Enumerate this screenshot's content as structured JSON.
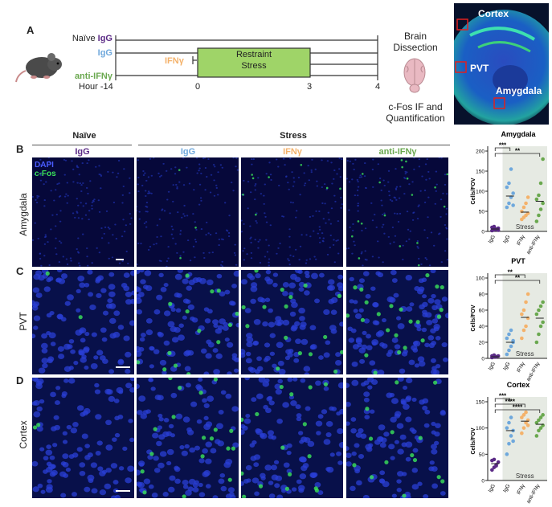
{
  "panelA": {
    "letter": "A",
    "rows": [
      {
        "prefix": "Naïve ",
        "label": "IgG",
        "color": "#5b2a86"
      },
      {
        "prefix": "",
        "label": "IgG",
        "color": "#6fa8dc"
      },
      {
        "prefix": "",
        "label": "anti-IFNγ",
        "color": "#6aa84f"
      }
    ],
    "ifng_label": "IFNγ",
    "ifng_color": "#f4b26b",
    "hour_label": "Hour -14",
    "tick0": "0",
    "tick3": "3",
    "tick4": "4",
    "box_line1": "Restraint",
    "box_line2": "Stress",
    "box_color": "#9fd468",
    "brain_top": "Brain\nDissection",
    "brain_bottom": "c-Fos IF and\nQuantification",
    "inset_labels": [
      "Cortex",
      "PVT",
      "Amygdala"
    ]
  },
  "headers": {
    "naive": "Naïve",
    "stress": "Stress",
    "cols": [
      {
        "label": "IgG",
        "color": "#5b2a86"
      },
      {
        "label": "IgG",
        "color": "#6fa8dc"
      },
      {
        "label": "IFNγ",
        "color": "#f4b26b"
      },
      {
        "label": "anti-IFNγ",
        "color": "#6aa84f"
      }
    ]
  },
  "legend": {
    "dapi": "DAPI",
    "cfos": "c-Fos",
    "dapi_color": "#4a5cff",
    "cfos_color": "#3be35a"
  },
  "rows": [
    {
      "letter": "B",
      "region": "Amygdala"
    },
    {
      "letter": "C",
      "region": "PVT"
    },
    {
      "letter": "D",
      "region": "Cortex"
    }
  ],
  "chart_data": [
    {
      "type": "scatter",
      "title": "Amygdala",
      "ylabel": "Cells/FOV",
      "ylim": [
        0,
        200
      ],
      "yticks": [
        0,
        50,
        100,
        150,
        200
      ],
      "categories": [
        "IgG",
        "IgG",
        "IFNγ",
        "anti-IFNγ"
      ],
      "shade_label": "Stress",
      "series": [
        {
          "values": [
            2,
            4,
            5,
            8,
            10,
            12,
            6,
            3
          ],
          "mean": 6,
          "color": "#5b2a86"
        },
        {
          "values": [
            60,
            70,
            85,
            95,
            110,
            120,
            155,
            65
          ],
          "mean": 88,
          "color": "#6fa8dc"
        },
        {
          "values": [
            30,
            35,
            40,
            45,
            50,
            60,
            70,
            85
          ],
          "mean": 48,
          "color": "#f4b26b"
        },
        {
          "values": [
            25,
            40,
            55,
            70,
            80,
            90,
            120,
            180
          ],
          "mean": 75,
          "color": "#6aa84f"
        }
      ],
      "sig": [
        {
          "from": 0,
          "to": 1,
          "label": "***"
        },
        {
          "from": 0,
          "to": 3,
          "label": "**"
        }
      ]
    },
    {
      "type": "scatter",
      "title": "PVT",
      "ylabel": "Cells/FOV",
      "ylim": [
        0,
        100
      ],
      "yticks": [
        0,
        20,
        40,
        60,
        80,
        100
      ],
      "categories": [
        "IgG",
        "IgG",
        "IFNγ",
        "anti-IFNγ"
      ],
      "shade_label": "Stress",
      "series": [
        {
          "values": [
            1,
            2,
            2,
            3,
            3,
            4,
            2
          ],
          "mean": 2,
          "color": "#5b2a86"
        },
        {
          "values": [
            5,
            10,
            15,
            20,
            25,
            30,
            35,
            22
          ],
          "mean": 20,
          "color": "#6fa8dc"
        },
        {
          "values": [
            25,
            35,
            40,
            50,
            55,
            60,
            70,
            80
          ],
          "mean": 51,
          "color": "#f4b26b"
        },
        {
          "values": [
            20,
            30,
            40,
            45,
            55,
            60,
            65,
            70
          ],
          "mean": 50,
          "color": "#6aa84f"
        }
      ],
      "sig": [
        {
          "from": 0,
          "to": 2,
          "label": "**"
        },
        {
          "from": 0,
          "to": 3,
          "label": "**"
        }
      ]
    },
    {
      "type": "scatter",
      "title": "Cortex",
      "ylabel": "Cells/FOV",
      "ylim": [
        0,
        150
      ],
      "yticks": [
        0,
        50,
        100,
        150
      ],
      "categories": [
        "IgG",
        "IgG",
        "IFNγ",
        "anti-IFNγ"
      ],
      "shade_label": "Stress",
      "series": [
        {
          "values": [
            20,
            25,
            30,
            35,
            38,
            40,
            28
          ],
          "mean": 32,
          "color": "#5b2a86"
        },
        {
          "values": [
            50,
            70,
            85,
            95,
            100,
            110,
            120,
            75
          ],
          "mean": 95,
          "color": "#6fa8dc"
        },
        {
          "values": [
            90,
            100,
            110,
            115,
            120,
            125,
            130,
            105
          ],
          "mean": 113,
          "color": "#f4b26b"
        },
        {
          "values": [
            85,
            95,
            100,
            105,
            110,
            115,
            120,
            125
          ],
          "mean": 107,
          "color": "#6aa84f"
        }
      ],
      "sig": [
        {
          "from": 0,
          "to": 1,
          "label": "***"
        },
        {
          "from": 0,
          "to": 2,
          "label": "****"
        },
        {
          "from": 0,
          "to": 3,
          "label": "****"
        }
      ]
    }
  ]
}
